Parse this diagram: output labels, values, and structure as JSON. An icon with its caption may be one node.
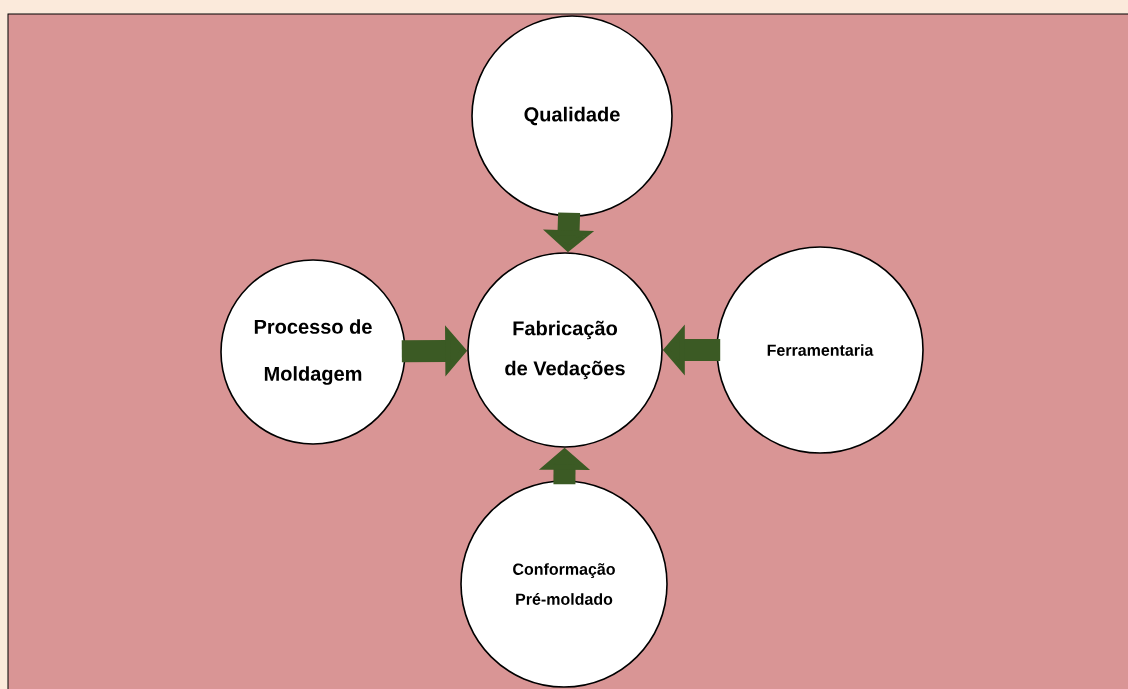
{
  "diagram": {
    "nodes": [
      {
        "text": [
          "Qualidade"
        ]
      },
      {
        "text": [
          "Processo de Moldagem"
        ]
      },
      {
        "text": [
          "Fabricação de Vedações"
        ]
      },
      {
        "text": [
          "Ferramentaria"
        ]
      },
      {
        "text": [
          "Conformação Pré-moldado"
        ]
      }
    ],
    "edges": [
      {
        "from": 0,
        "to": 2,
        "arrow": "to"
      },
      {
        "from": 1,
        "to": 2,
        "arrow": "to"
      },
      {
        "from": 3,
        "to": 2,
        "arrow": "to"
      },
      {
        "from": 4,
        "to": 2,
        "arrow": "to"
      }
    ]
  }
}
